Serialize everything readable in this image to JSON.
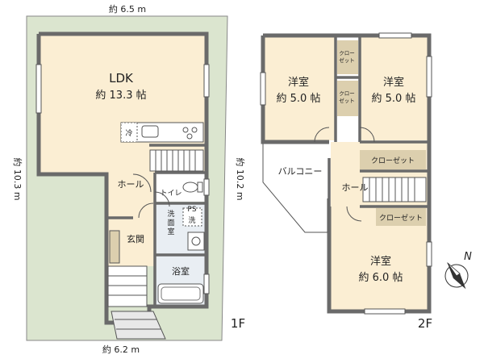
{
  "floor1": {
    "floor_label": "1F",
    "dims": {
      "top": "約 6.5 m",
      "bottom": "約 6.2 m",
      "left": "約 10.3 m",
      "right": "約 10.2 m"
    },
    "ldk": {
      "name": "LDK",
      "size": "約 13.3 帖"
    },
    "fridge": "冷",
    "hall": "ホール",
    "toilet": "トイレ",
    "washroom": "洗\n面\n室",
    "washer": "洗",
    "ps": "PS",
    "entrance": "玄関",
    "bath": "浴室"
  },
  "floor2": {
    "floor_label": "2F",
    "room_nw": {
      "name": "洋室",
      "size": "約 5.0 帖"
    },
    "room_ne": {
      "name": "洋室",
      "size": "約 5.0 帖"
    },
    "room_s": {
      "name": "洋室",
      "size": "約 6.0 帖"
    },
    "closet_small": "クロー\nゼット",
    "closet": "クローゼット",
    "balcony": "バルコニー",
    "hall": "ホール"
  },
  "compass": "N",
  "colors": {
    "garden": "#dbe5cf",
    "floor": "#fbeed3",
    "wall": "#6a6a6a",
    "closet": "#dccfae",
    "wet": "#e9eef3"
  }
}
